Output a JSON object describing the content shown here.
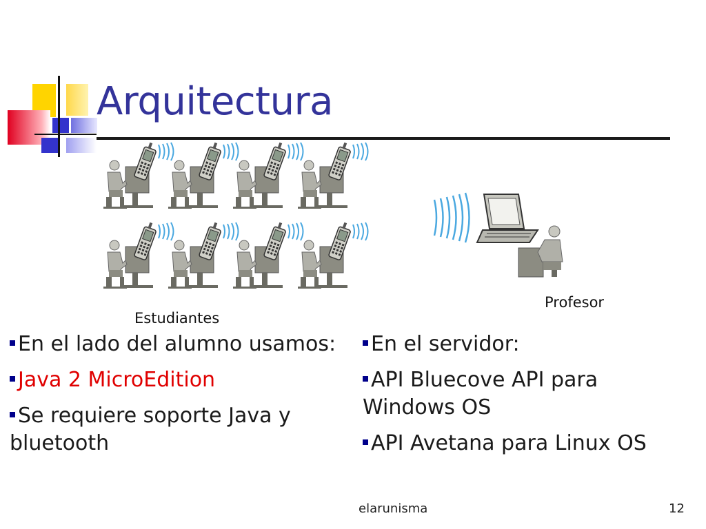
{
  "slide": {
    "title": "Arquitectura",
    "labels": {
      "students": "Estudiantes",
      "teacher": "Profesor"
    },
    "left_column": [
      {
        "text": "En el lado del alumno usamos:"
      },
      {
        "text": "Java 2 MicroEdition",
        "color": "#e00000"
      },
      {
        "text": "Se requiere soporte Java y bluetooth"
      }
    ],
    "right_column": [
      {
        "text": "En el servidor:"
      },
      {
        "text": "API Bluecove API para Windows OS"
      },
      {
        "text": "API Avetana para Linux OS"
      }
    ],
    "footer": {
      "center": "elarunisma",
      "page": "12"
    },
    "colors": {
      "title": "#33339a",
      "bullet": "#00008b",
      "accent_red": "#e00000"
    },
    "icons": [
      "student-with-phone-icon",
      "bluetooth-wave-icon",
      "laptop-icon",
      "teacher-icon"
    ]
  }
}
